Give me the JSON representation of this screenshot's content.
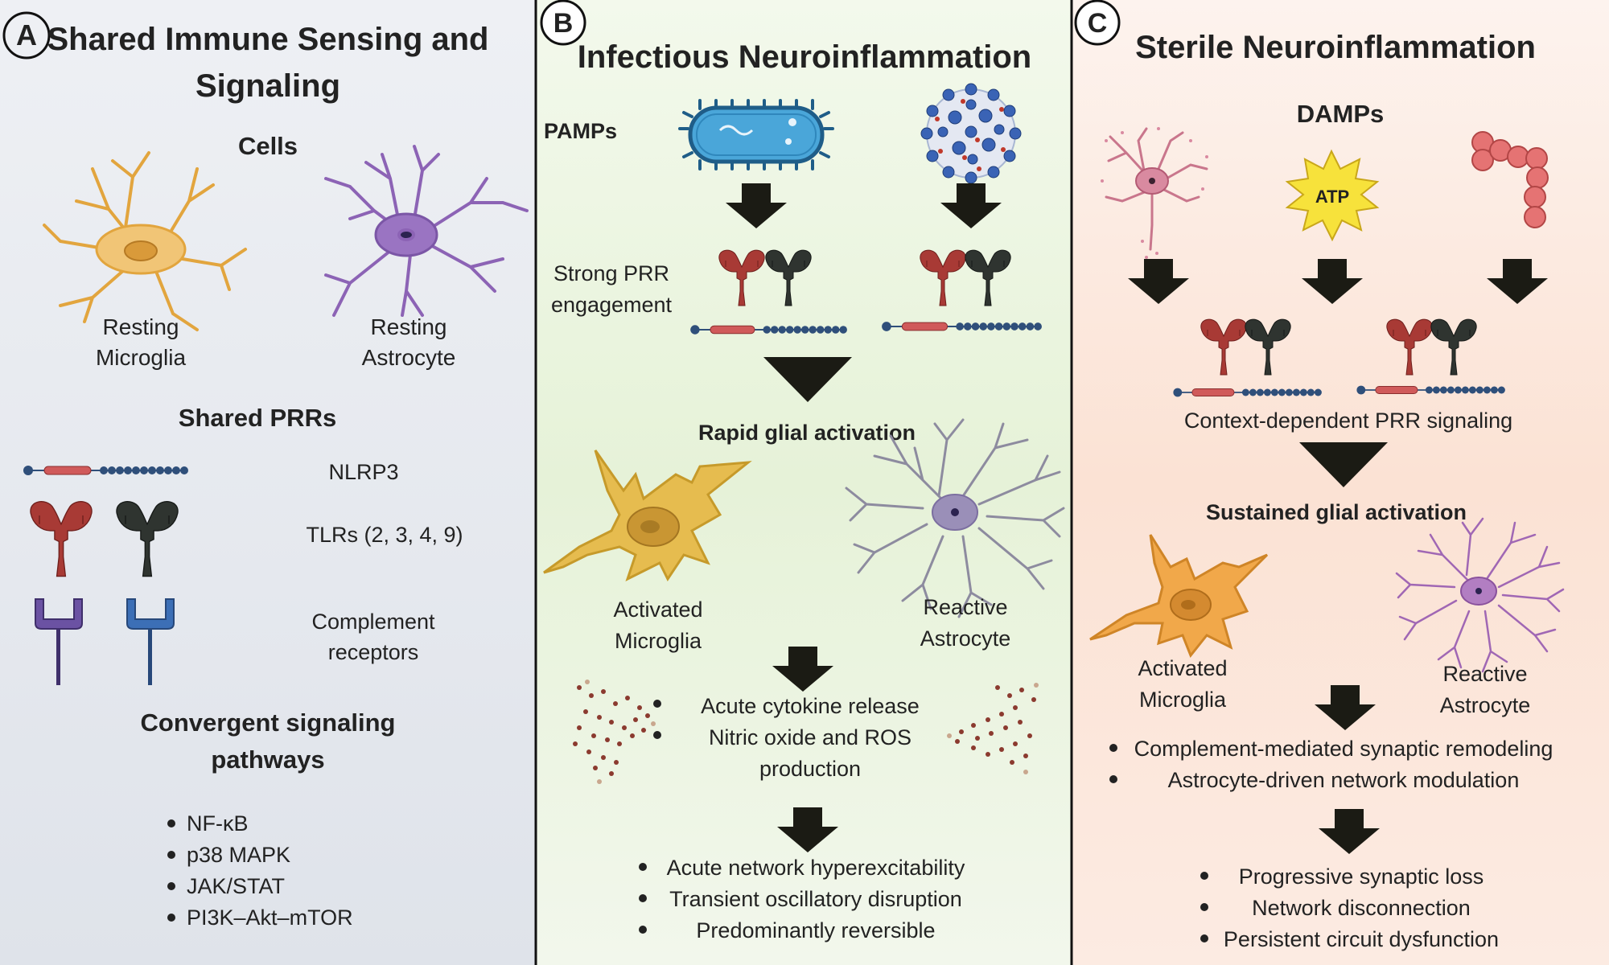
{
  "panels": {
    "a": {
      "letter": "A",
      "title_line1": "Shared Immune Sensing and",
      "title_line2": "Signaling",
      "cells_heading": "Cells",
      "microglia_label_1": "Resting",
      "microglia_label_2": "Microglia",
      "astrocyte_label_1": "Resting",
      "astrocyte_label_2": "Astrocyte",
      "prrs_heading": "Shared PRRs",
      "nlrp3_label": "NLRP3",
      "tlrs_label": "TLRs (2, 3, 4, 9)",
      "complement_label_1": "Complement",
      "complement_label_2": "receptors",
      "pathways_heading_1": "Convergent signaling",
      "pathways_heading_2": "pathways",
      "pathways": [
        "NF-κB",
        "p38 MAPK",
        "JAK/STAT",
        "PI3K–Akt–mTOR"
      ]
    },
    "b": {
      "letter": "B",
      "title": "Infectious Neuroinflammation",
      "pamps_label": "PAMPs",
      "prr_label_1": "Strong PRR",
      "prr_label_2": "engagement",
      "activation_heading": "Rapid glial activation",
      "microglia_label_1": "Activated",
      "microglia_label_2": "Microglia",
      "astrocyte_label_1": "Reactive",
      "astrocyte_label_2": "Astrocyte",
      "effects_1": "Acute cytokine release",
      "effects_2a": "Nitric oxide and ROS",
      "effects_2b": "production",
      "outcomes": [
        "Acute network hyperexcitability",
        "Transient oscillatory disruption",
        "Predominantly reversible"
      ]
    },
    "c": {
      "letter": "C",
      "title": "Sterile Neuroinflammation",
      "damps_label": "DAMPs",
      "atp_label": "ATP",
      "prr_signaling_label": "Context-dependent PRR signaling",
      "activation_heading": "Sustained glial activation",
      "microglia_label_1": "Activated",
      "microglia_label_2": "Microglia",
      "astrocyte_label_1": "Reactive",
      "astrocyte_label_2": "Astrocyte",
      "effects": [
        "Complement-mediated synaptic remodeling",
        "Astrocyte-driven network modulation"
      ],
      "outcomes": [
        "Progressive synaptic loss",
        "Network disconnection",
        "Persistent circuit dysfunction"
      ]
    }
  },
  "colors": {
    "panel_a_bg": "#e6e9ef",
    "panel_b_bg": "#e8f3dc",
    "panel_c_bg": "#fbe4d8",
    "microglia_resting": "#e9b356",
    "astrocyte_resting": "#8c63b5",
    "tlr_red": "#a83a35",
    "tlr_dark": "#2f3430",
    "complement_purple": "#6b52a3",
    "complement_blue": "#3c6fb6",
    "nlrp3_red": "#d05a5a",
    "nlrp3_blue": "#2f4f7a",
    "arrow": "#1b1b14"
  },
  "icons": [
    "bacterium-icon",
    "virus-icon",
    "damaged-neuron-icon",
    "atp-burst-icon",
    "protein-aggregate-icon",
    "tlr-receptor-icon",
    "nlrp3-icon",
    "complement-receptor-icon",
    "down-arrow-icon",
    "cytokine-dots-icon"
  ]
}
